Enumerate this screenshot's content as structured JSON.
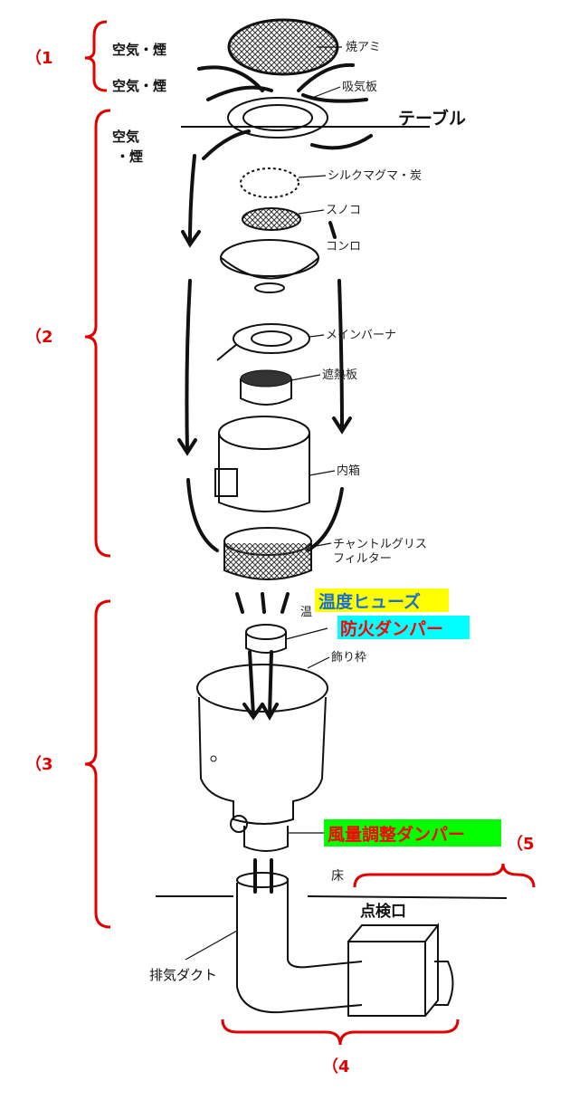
{
  "groups": {
    "g1": "（1",
    "g2": "（2",
    "g3": "（3",
    "g4": "（4",
    "g5": "（5"
  },
  "air": {
    "a1": "空気・煙",
    "a2": "空気・煙",
    "a3_1": "空気",
    "a3_2": "・煙"
  },
  "parts": {
    "grill": "焼アミ",
    "intake": "吸気板",
    "table": "テーブル",
    "magma": "シルクマグマ・炭",
    "sunoko": "スノコ",
    "konro": "コンロ",
    "burner": "メインバーナ",
    "shield": "遮熱板",
    "inner": "内箱",
    "filter1": "チャントルグリス",
    "filter2": "フィルター",
    "fuse_stub": "温",
    "fuse": "温度ヒューズ",
    "damper": "防火ダンパー",
    "frame": "飾り枠",
    "flow": "風量調整ダンパー",
    "floor": "床",
    "inspect": "点検口",
    "duct": "排気ダクト"
  },
  "colors": {
    "brace": "#e00000",
    "fuse_bg": "#ffff00",
    "fuse_text": "#1a6fd0",
    "damper_bg": "#00ffff",
    "damper_text": "#ff0000",
    "flow_bg": "#00ff00",
    "flow_text": "#ff0000"
  }
}
